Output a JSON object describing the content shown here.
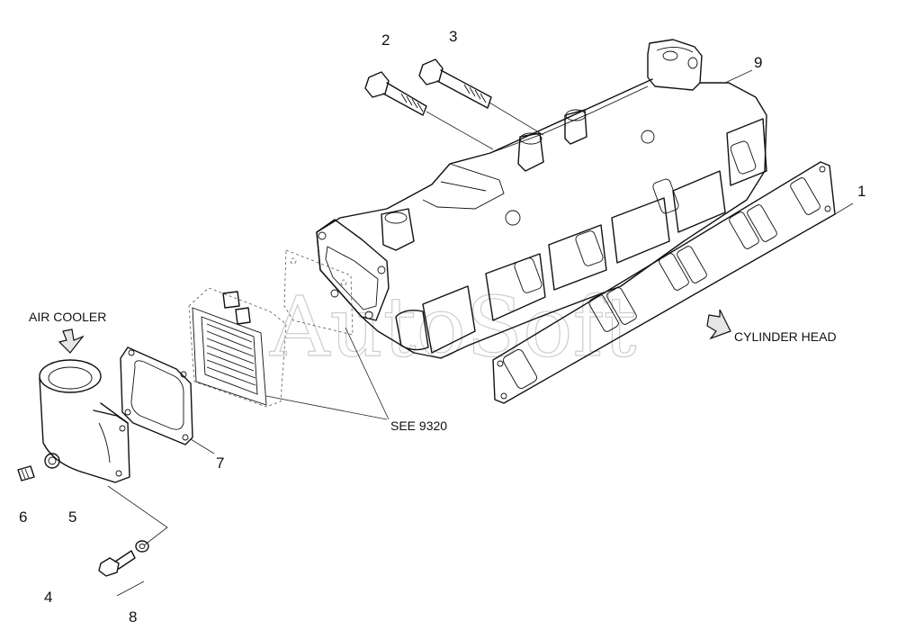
{
  "diagram": {
    "callouts": {
      "c1": "1",
      "c2": "2",
      "c3": "3",
      "c4": "4",
      "c5": "5",
      "c6": "6",
      "c7": "7",
      "c8": "8",
      "c9": "9"
    },
    "labels": {
      "air_cooler": "AIR COOLER",
      "cylinder_head": "CYLINDER HEAD",
      "see_ref": "SEE 9320"
    },
    "watermark": "AutoSoft"
  }
}
